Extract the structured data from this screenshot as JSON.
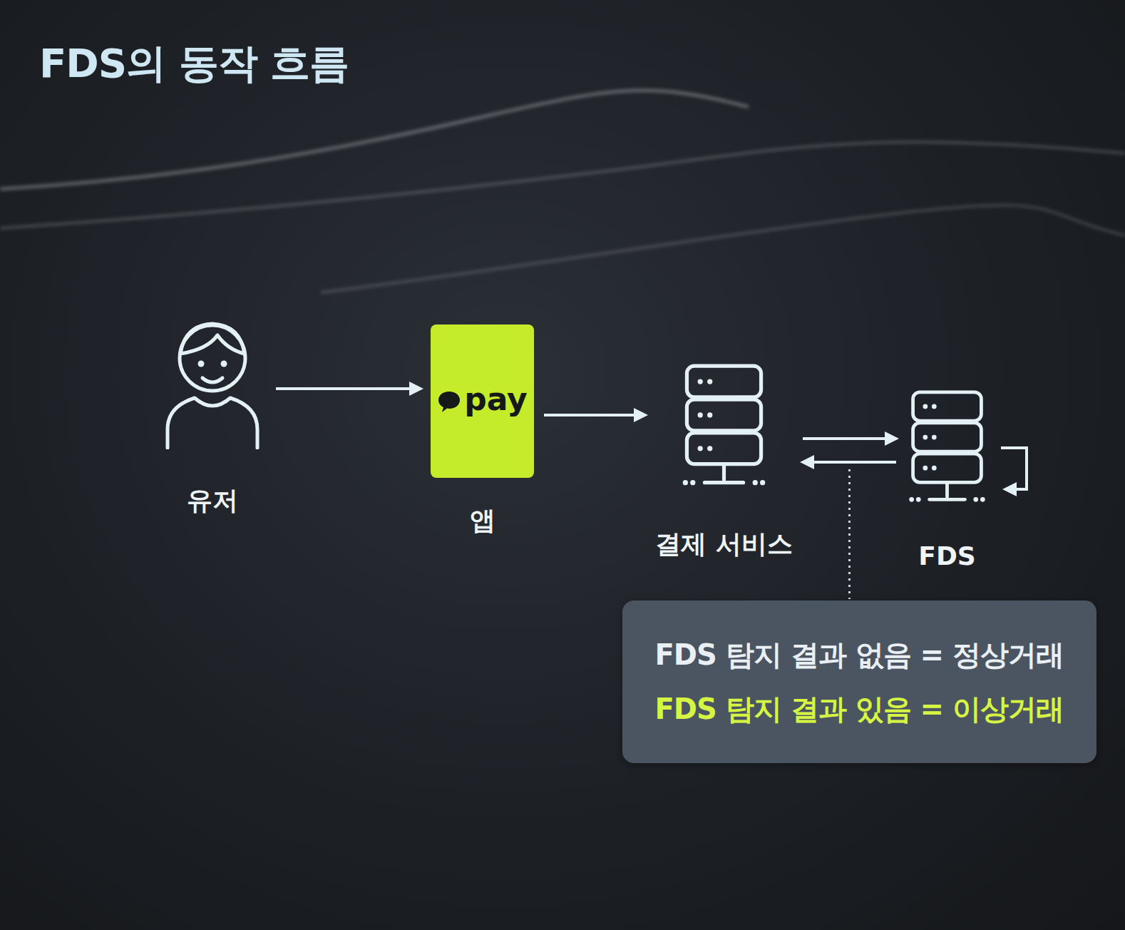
{
  "diagram": {
    "title": "FDS의 동작 흐름",
    "nodes": [
      {
        "text": [
          "유저"
        ]
      },
      {
        "text": [
          "pay",
          "앱"
        ]
      },
      {
        "text": [
          "결제 서비스"
        ]
      },
      {
        "text": [
          "FDS"
        ]
      },
      {
        "text": [
          "FDS 탐지 결과 없음 = 정상거래",
          "FDS 탐지 결과 있음 = 이상거래"
        ]
      }
    ],
    "edges": [
      {
        "from": 0,
        "to": 1,
        "arrow": "to"
      },
      {
        "from": 1,
        "to": 2,
        "arrow": "to"
      },
      {
        "from": 2,
        "to": 3,
        "arrow": "to"
      },
      {
        "from": 3,
        "to": 2,
        "arrow": "to"
      }
    ]
  }
}
